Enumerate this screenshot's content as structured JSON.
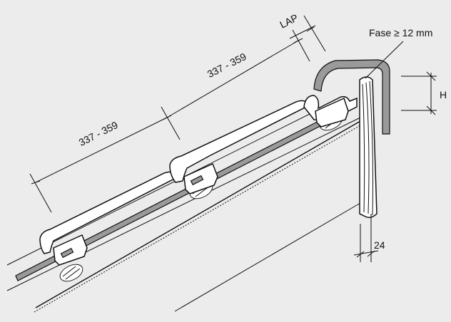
{
  "labels": {
    "lap": "LAP",
    "dim_upper": "337 - 359",
    "dim_lower": "337 - 359",
    "fase": "Fase ≥ 12 mm",
    "h": "H",
    "width": "24"
  }
}
